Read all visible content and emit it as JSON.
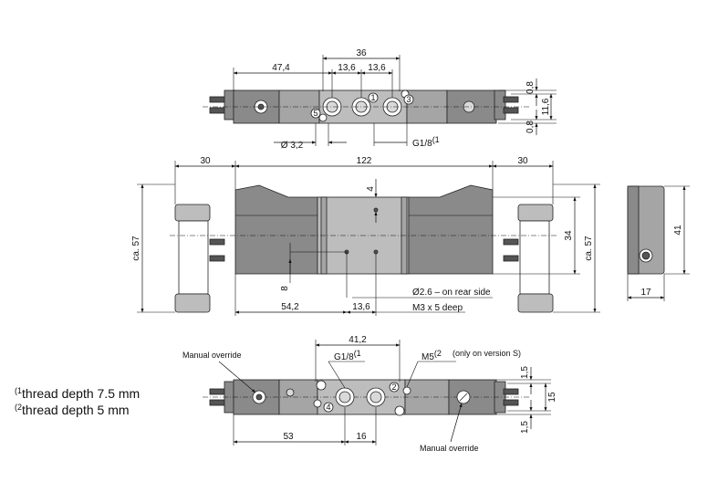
{
  "dimensions": {
    "top_view": {
      "d36": "36",
      "d47_4": "47,4",
      "d13_6a": "13,6",
      "d13_6b": "13,6",
      "d0_8a": "0,8",
      "d11_6": "11,6",
      "d0_8b": "0,8",
      "dia3_2": "Ø 3,2",
      "g18": "G1/8",
      "g18_sup": "(1"
    },
    "front_view": {
      "d30_left": "30",
      "d122": "122",
      "d30_right": "30",
      "d4": "4",
      "d34": "34",
      "ca57_left": "ca. 57",
      "ca57_right": "ca. 57",
      "d8": "8",
      "d54_2": "54,2",
      "d13_6": "13,6",
      "hole_note": "Ø2.6 – on rear side",
      "thread_note": "M3 x 5 deep"
    },
    "side_view": {
      "d41": "41",
      "d17": "17"
    },
    "bottom_view": {
      "d41_2": "41,2",
      "g18": "G1/8",
      "g18_sup": "(1",
      "m5": "M5",
      "m5_sup": "(2",
      "m5_note": "(only on version S)",
      "d1_5a": "1,5",
      "d15": "15",
      "d1_5b": "1,5",
      "d53": "53",
      "d16": "16",
      "manual_override_top": "Manual override",
      "manual_override_bottom": "Manual override"
    }
  },
  "port_numbers": {
    "p1": "1",
    "p2": "2",
    "p3": "3",
    "p4": "4",
    "p5": "5"
  },
  "footnotes": [
    {
      "mark": "(1",
      "text": "thread depth 7.5 mm"
    },
    {
      "mark": "(2",
      "text": "thread depth 5 mm"
    }
  ],
  "colors": {
    "body_dark": "#8a8a8a",
    "body_mid": "#a5a5a5",
    "body_light": "#bdbdbd",
    "ink": "#111111",
    "background": "#ffffff"
  }
}
